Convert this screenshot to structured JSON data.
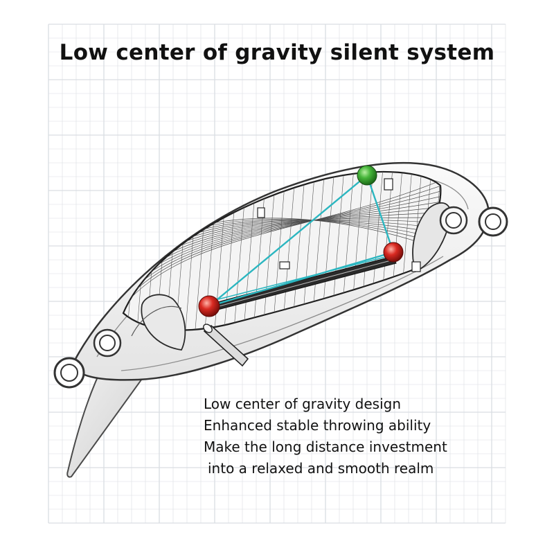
{
  "title": "Low center of gravity silent system",
  "captions": [
    "Low center of gravity design",
    "Enhanced stable throwing ability",
    "Make the long distance investment",
    "into a relaxed and smooth realm"
  ],
  "markers": [
    {
      "name": "top-weight-ball",
      "color": "#3aa635"
    },
    {
      "name": "rear-weight-ball",
      "color": "#d42222"
    },
    {
      "name": "front-weight-ball",
      "color": "#d42222"
    }
  ],
  "colors": {
    "triangle_line": "#2bb6c0",
    "grid": "#d9dde2",
    "outline": "#3a3a3a"
  }
}
